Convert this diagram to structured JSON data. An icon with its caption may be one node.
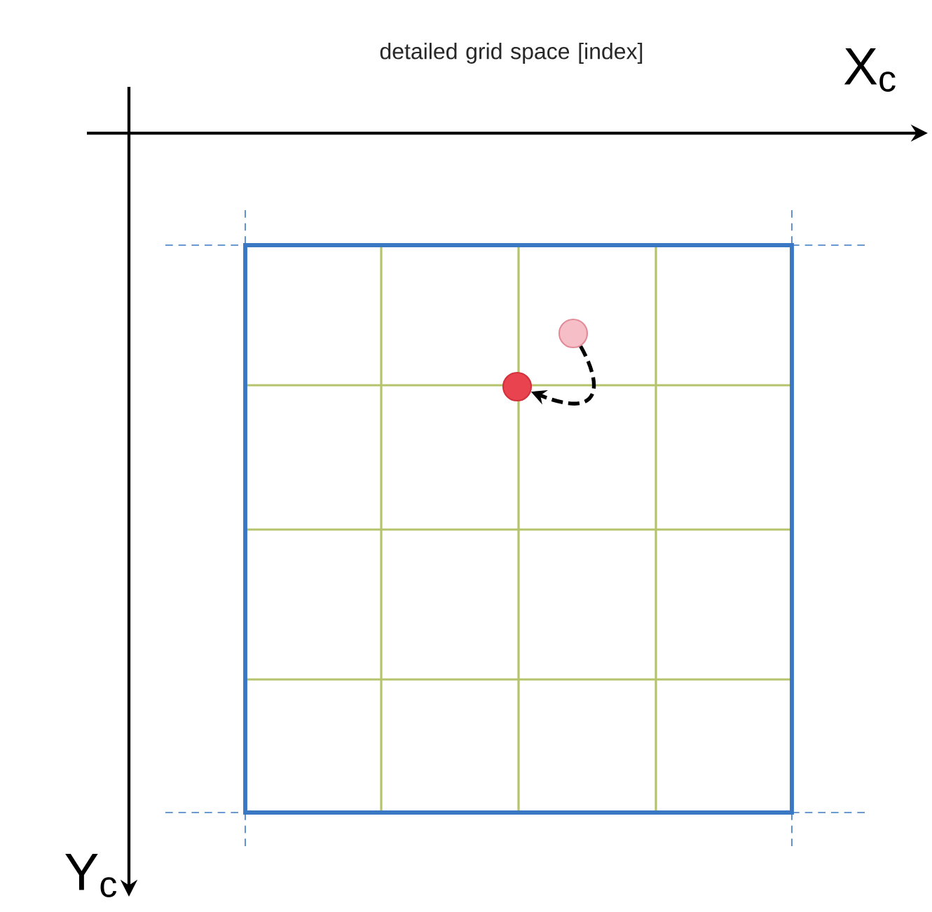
{
  "diagram": {
    "nodes": [
      {
        "text": [],
        "shape": "circle"
      },
      {
        "text": [],
        "shape": "circle"
      }
    ],
    "edges": [
      {
        "from": 0,
        "to": 1,
        "arrow": "to",
        "style": "dashed"
      }
    ],
    "labels": [
      "detailed grid space [index]",
      "X$_{c}$",
      "Y$_{c}$"
    ]
  }
}
